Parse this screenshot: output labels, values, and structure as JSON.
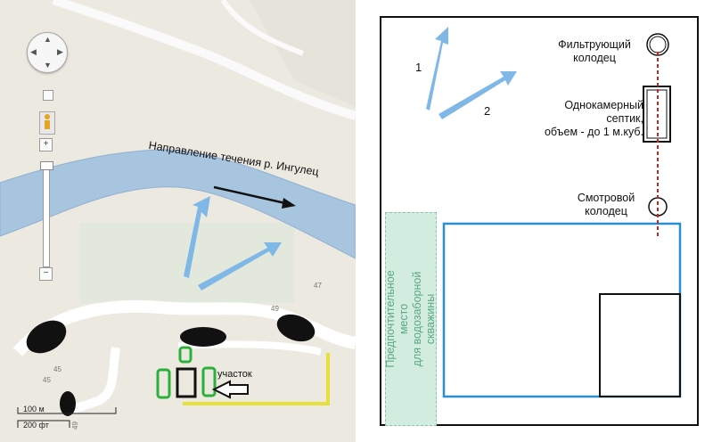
{
  "map": {
    "flow_label": "Направление течения р. Ингулец",
    "plot_label": "участок",
    "house_numbers": [
      "45",
      "47",
      "49",
      "45",
      "49"
    ],
    "scale": {
      "meters": "100 м",
      "feet": "200 фт"
    },
    "controls": {
      "zoom_in": "+",
      "zoom_out": "−"
    },
    "colors": {
      "river": "#a8c5e0",
      "arrows": "#7fb8e6",
      "plot_fence": "#e6e03a",
      "markers": "#2bb03a",
      "road": "#ffffff"
    }
  },
  "scheme": {
    "filter_well": "Фильтрующий\nколодец",
    "septic": "Однокамерный\nсептик,\nобъем - до 1 м.куб.",
    "inspection_well": "Смотровой\nколодец",
    "arrow_1": "1",
    "arrow_2": "2",
    "preferred_place": "Предпочтительное место\nдля водозаборной скважины",
    "colors": {
      "plot_border": "#2a8fd0",
      "pipe": "#cc2222",
      "preferred_bg": "#d3ece0"
    }
  }
}
